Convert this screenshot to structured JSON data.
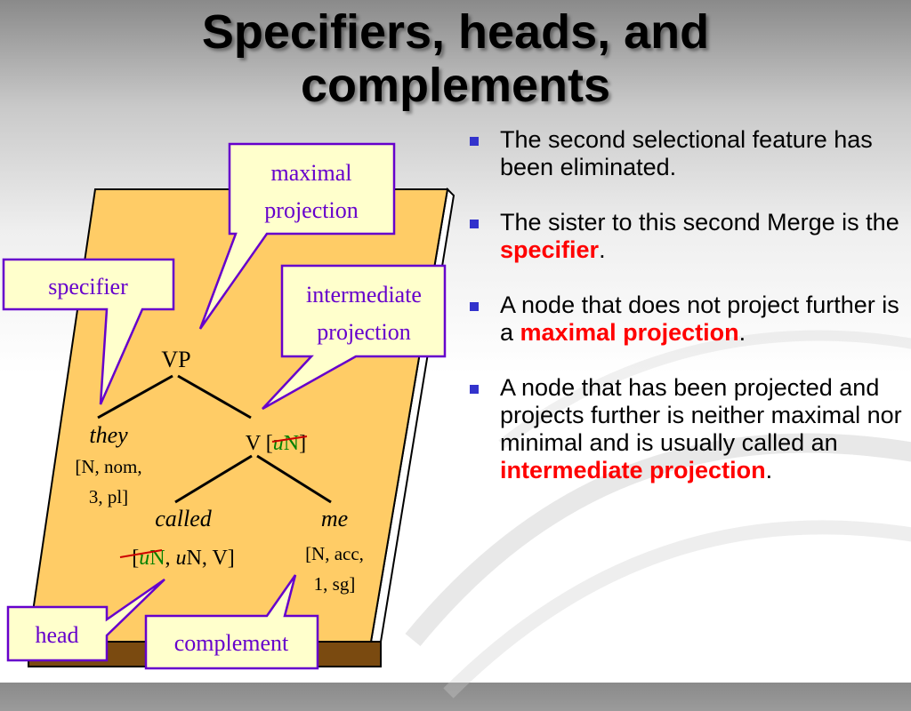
{
  "title_line1": "Specifiers, heads, and",
  "title_line2": "complements",
  "tree": {
    "vp": "VP",
    "they": "they",
    "they_feat1": "[N, nom,",
    "they_feat2": "3, pl]",
    "vbar_v": "V [",
    "vbar_u": "u",
    "vbar_n": "N",
    "vbar_close": "]",
    "called": "called",
    "called_open": "[",
    "called_u1": "u",
    "called_n1": "N",
    "called_rest_u": "u",
    "called_rest": "N, V]",
    "me": "me",
    "me_feat1": "[N, acc,",
    "me_feat2": "1, sg]"
  },
  "callouts": {
    "maximal1": "maximal",
    "maximal2": "projection",
    "specifier": "specifier",
    "intermediate1": "intermediate",
    "intermediate2": "projection",
    "head": "head",
    "complement": "complement"
  },
  "bullets": [
    {
      "pre": "The second selectional feature has been eliminated.",
      "em": "",
      "post": ""
    },
    {
      "pre": "The sister to this second Merge is the ",
      "em": "specifier",
      "post": "."
    },
    {
      "pre": "A node that does not project further is a ",
      "em": "maximal projection",
      "post": "."
    },
    {
      "pre": "A node that has been projected and projects further is neither maximal nor minimal and is usually called an ",
      "em": "intermediate projection",
      "post": "."
    }
  ],
  "colors": {
    "panel": "#ffcc66",
    "panel_base": "#7a4a10",
    "callout_fill": "#ffffcc",
    "callout_border": "#6600cc",
    "emphasis": "#ff0000",
    "feature_green": "#008000",
    "strike": "#cc0000",
    "bullet": "#3333cc"
  }
}
